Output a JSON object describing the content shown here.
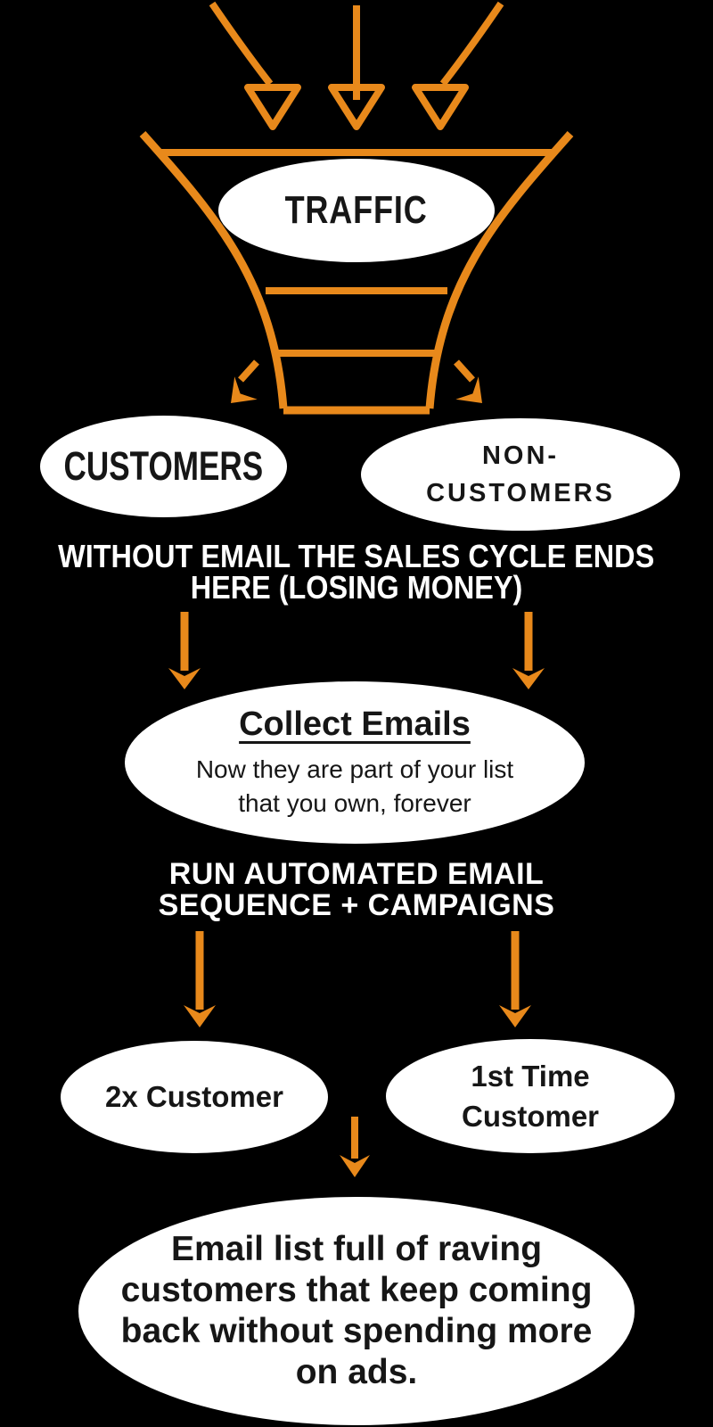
{
  "colors": {
    "background": "#000000",
    "accent_orange": "#E8891B",
    "bubble_white": "#FFFFFF",
    "dark_text": "#161616",
    "light_text": "#FFFFFF"
  },
  "funnel": {
    "label": "TRAFFIC"
  },
  "split_row": {
    "left_bubble": "CUSTOMERS",
    "right_bubble_line1": "NON-",
    "right_bubble_line2": "CUSTOMERS"
  },
  "warning_text": {
    "line1": "WITHOUT EMAIL THE SALES CYCLE ENDS",
    "line2": "HERE (LOSING MONEY)"
  },
  "collect_bubble": {
    "title": "Collect Emails",
    "body_line1": "Now they are part of your list",
    "body_line2": "that you own, forever"
  },
  "automation_text": {
    "line1": "RUN AUTOMATED EMAIL",
    "line2": "SEQUENCE + CAMPAIGNS"
  },
  "results_row": {
    "left_bubble": "2x Customer",
    "right_bubble_line1": "1st Time",
    "right_bubble_line2": "Customer"
  },
  "outcome_bubble": {
    "line1": "Email list full of raving",
    "line2": "customers that keep coming",
    "line3": "back without spending more",
    "line4": "on ads."
  }
}
